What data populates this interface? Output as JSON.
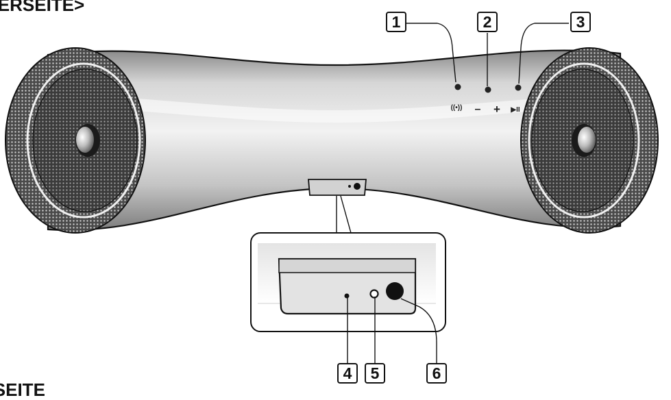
{
  "headings": {
    "top": "DERSEITE>",
    "bottom": "KSEITE"
  },
  "callouts": [
    "1",
    "2",
    "3",
    "4",
    "5",
    "6"
  ],
  "panel_symbols": {
    "wireless": "((•))",
    "minus": "–",
    "plus": "+",
    "play_pause": "▶II"
  },
  "colors": {
    "body_light": "#f4f4f4",
    "body_mid": "#c9c9c9",
    "body_dark": "#8e8e8e",
    "grille": "#3a3a3a",
    "outline": "#111111"
  }
}
